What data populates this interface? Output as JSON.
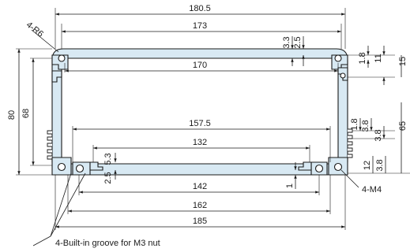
{
  "drawing": {
    "dimensions": {
      "overall_top_width": "180.5",
      "inner_top_width": "173",
      "inner_clear_width": "170",
      "rail_span": "157.5",
      "slot_span": "132",
      "groove_span": "142",
      "base_width": "162",
      "overall_bottom_width": "185",
      "overall_height": "80",
      "inner_height": "68",
      "top_lip_a": "3.3",
      "top_lip_b": "2.5",
      "right_a": "1.8",
      "right_b": "11",
      "right_c": "15",
      "right_d": "1.8",
      "right_e": "3.8",
      "right_f": "3.8",
      "right_g": "12",
      "right_h": "3.8",
      "right_i": "65",
      "slot_height": "5.3",
      "slot_depth": "2.5",
      "bottom_gap": "1"
    },
    "callouts": {
      "corner_radius": "4-R6",
      "screw_thread": "4-M4",
      "groove_note": "4-Built-in groove for M3 nut"
    }
  }
}
